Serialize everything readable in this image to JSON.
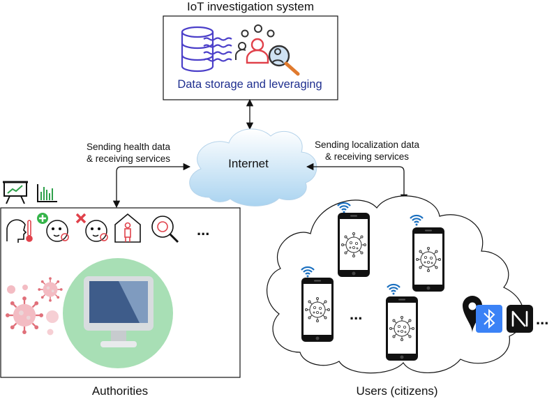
{
  "system": {
    "title": "IoT investigation system",
    "box_label": "Data storage and leveraging"
  },
  "cloud": {
    "label": "Internet"
  },
  "links": {
    "left": [
      "Sending health data",
      "& receiving services"
    ],
    "right": [
      "Sending localization data",
      "& receiving services"
    ]
  },
  "authorities": {
    "label": "Authorities",
    "icons": [
      "person-temperature-icon",
      "person-infected-positive-icon",
      "person-infected-negative-icon",
      "home-quarantine-icon",
      "virus-search-icon"
    ],
    "ellipsis": "...",
    "top_icons": [
      "presentation-board-icon",
      "bar-chart-icon"
    ]
  },
  "users": {
    "label": "Users (citizens)",
    "ellipsis": "...",
    "tech_icons": [
      "location-pin-icon",
      "bluetooth-icon",
      "nfc-icon"
    ],
    "tech_ellipsis": "..."
  },
  "colors": {
    "db": "#4b3fc9",
    "accent_red": "#e0414a",
    "magnifier": "#e07a2e",
    "virus_pink": "#e0707a",
    "monitor_circle": "#a8dfb5",
    "monitor_screen": "#3e5c8a",
    "bluetooth": "#3b82f6",
    "text_blue": "#1f2f8f"
  }
}
